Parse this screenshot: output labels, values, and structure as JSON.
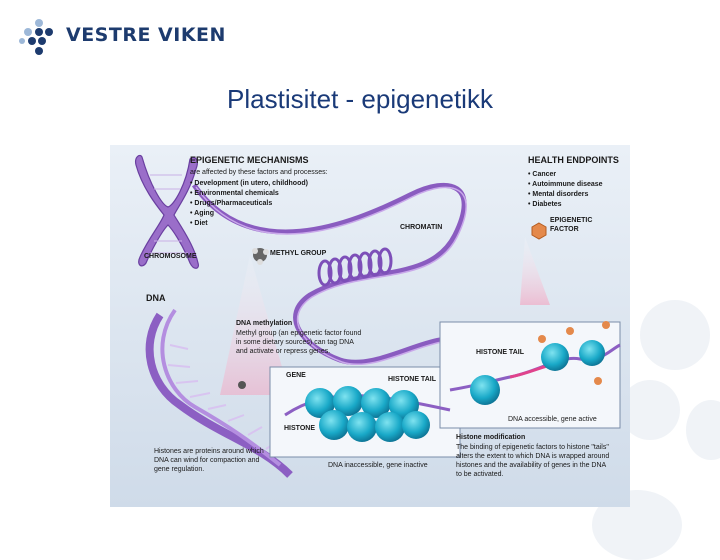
{
  "brand": {
    "name": "VESTRE VIKEN",
    "color": "#1d3b6e"
  },
  "slide": {
    "title": "Plastisitet - epigenetikk"
  },
  "figure": {
    "epigenetic_mechanisms": {
      "heading": "EPIGENETIC MECHANISMS",
      "subheading": "are affected by these factors and processes:",
      "items": [
        "Development (in utero, childhood)",
        "Environmental chemicals",
        "Drugs/Pharmaceuticals",
        "Aging",
        "Diet"
      ]
    },
    "health_endpoints": {
      "heading": "HEALTH ENDPOINTS",
      "items": [
        "Cancer",
        "Autoimmune disease",
        "Mental disorders",
        "Diabetes"
      ]
    },
    "labels": {
      "chromosome": "CHROMOSOME",
      "chromatin": "CHROMATIN",
      "methyl_group": "METHYL GROUP",
      "epigenetic_factor": [
        "EPIGENETIC",
        "FACTOR"
      ],
      "dna": "DNA",
      "gene": "GENE",
      "histone": "HISTONE",
      "histone_tail_1": "HISTONE TAIL",
      "histone_tail_2": "HISTONE TAIL",
      "dna_inactive": "DNA inaccessible, gene inactive",
      "dna_active": "DNA accessible, gene active"
    },
    "dna_methylation": {
      "heading": "DNA methylation",
      "lines": [
        "Methyl group (an epigenetic factor found",
        "in some dietary sources) can tag DNA",
        "and activate or repress genes."
      ]
    },
    "histones_note": {
      "lines": [
        "Histones are proteins around which",
        "DNA can wind for compaction and",
        "gene regulation."
      ]
    },
    "histone_modification": {
      "heading": "Histone modification",
      "lines": [
        "The binding of epigenetic factors to histone \"tails\"",
        "alters the extent to which DNA is wrapped around",
        "histones and the availability of genes in the DNA",
        "to be activated."
      ]
    }
  }
}
